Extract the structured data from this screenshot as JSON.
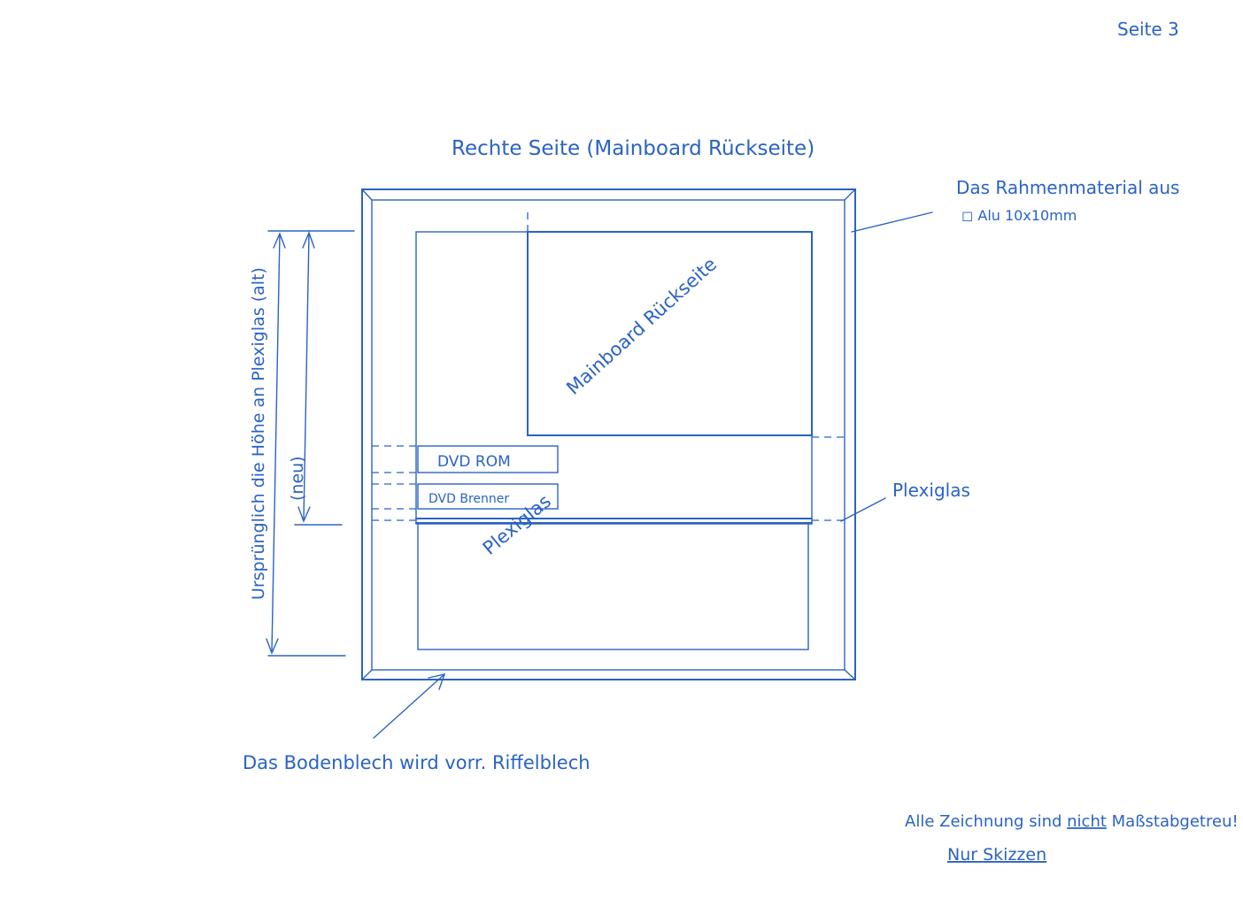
{
  "page_number": "Seite 3",
  "title": "Rechte Seite (Mainboard Rückseite)",
  "labels": {
    "frame_material_line1": "Das Rahmenmaterial aus",
    "frame_material_line2": "◻ Alu   10x10mm",
    "mainboard": "Mainboard Rückseite",
    "dvd_rom": "DVD ROM",
    "dvd_burner": "DVD Brenner",
    "plexiglas_inner": "Plexiglas",
    "plexiglas_side": "Plexiglas",
    "height_old": "Ursprünglich die Höhe an Plexiglas (alt)",
    "height_new": "(neu)",
    "floor_note": "Das Bodenblech wird vorr. Riffelblech",
    "note_line1_a": "Alle Zeichnung sind ",
    "note_line1_b": "nicht",
    "note_line1_c": " Maßstabgetreu!",
    "note_line2": "Nur Skizzen"
  },
  "colors": {
    "ink": "#2a63c4",
    "paper": "#ffffff"
  }
}
